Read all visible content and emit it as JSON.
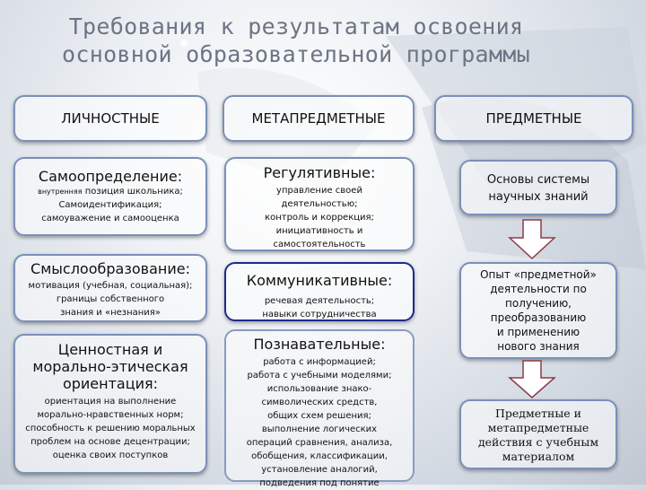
{
  "title": {
    "line1": "Требования к результатам освоения",
    "line2": "основной образовательной  программы"
  },
  "columns": {
    "personal": "ЛИЧНОСТНЫЕ",
    "metasubject": "МЕТАПРЕДМЕТНЫЕ",
    "subject": "ПРЕДМЕТНЫЕ"
  },
  "personal": {
    "self": {
      "heading": "Самоопределение:",
      "line1_small": "внутренняя",
      "line1_rest": " позиция школьника;",
      "line2": "Самоидентификация;",
      "line3": "самоуважение и самооценка"
    },
    "meaning": {
      "heading": "Смыслообразование:",
      "line1": "мотивация (учебная, социальная);",
      "line2": "границы собственного",
      "line3": "знания и «незнания»"
    },
    "values": {
      "heading1": "Ценностная и",
      "heading2": "морально-этическая",
      "heading3": "ориентация:",
      "line1": "ориентация на выполнение",
      "line2": "морально-нравственных норм;",
      "line3": "способность к решению моральных",
      "line4": "проблем на основе децентрации;",
      "line5": "оценка своих поступков"
    }
  },
  "meta": {
    "regulative": {
      "heading": "Регулятивные:",
      "lines": [
        "управление своей",
        "деятельностью;",
        "контроль и коррекция;",
        "инициативность и",
        "самостоятельность"
      ]
    },
    "communicative": {
      "heading": "Коммуникативные:",
      "lines": [
        "речевая деятельность;",
        "навыки сотрудничества"
      ]
    },
    "cognitive": {
      "heading": "Познавательные:",
      "lines": [
        "работа с информацией;",
        "работа с учебными моделями;",
        "использование знако-",
        "символических средств,",
        "общих схем решения;",
        "выполнение логических",
        "операций сравнения,  анализа,",
        "обобщения, классификации,",
        "установление аналогий,",
        "подведения под понятие"
      ]
    }
  },
  "subject": {
    "basics": {
      "lines": [
        "Основы системы",
        "научных знаний"
      ]
    },
    "experience": {
      "lines": [
        "Опыт «предметной»",
        "деятельности по",
        "получению,",
        "преобразованию",
        "и применению",
        "нового знания"
      ]
    },
    "actions": {
      "lines": [
        "Предметные и",
        "метапредметные",
        "действия с учебным",
        "материалом"
      ]
    }
  },
  "colors": {
    "border": "#7b8fb8",
    "communicative_border": "#1e2a8a",
    "title": "#6c7585"
  }
}
